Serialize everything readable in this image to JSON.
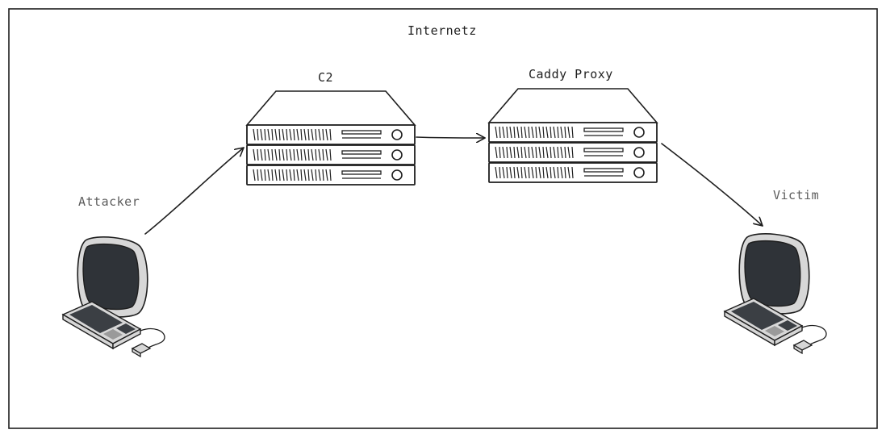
{
  "diagram": {
    "title": "Internetz",
    "nodes": {
      "c2": {
        "label": "C2",
        "icon": "server-rack-icon"
      },
      "proxy": {
        "label": "Caddy Proxy",
        "icon": "server-rack-icon"
      },
      "attacker": {
        "label": "Attacker",
        "icon": "desktop-computer-icon"
      },
      "victim": {
        "label": "Victim",
        "icon": "desktop-computer-icon"
      }
    },
    "edges": [
      {
        "from": "Attacker",
        "to": "C2"
      },
      {
        "from": "C2",
        "to": "Caddy Proxy"
      },
      {
        "from": "Caddy Proxy",
        "to": "Victim"
      }
    ],
    "colors": {
      "stroke": "#1e1e1e",
      "screen": "#2f3338",
      "bezel": "#d7d7d7",
      "background": "#ffffff"
    }
  }
}
